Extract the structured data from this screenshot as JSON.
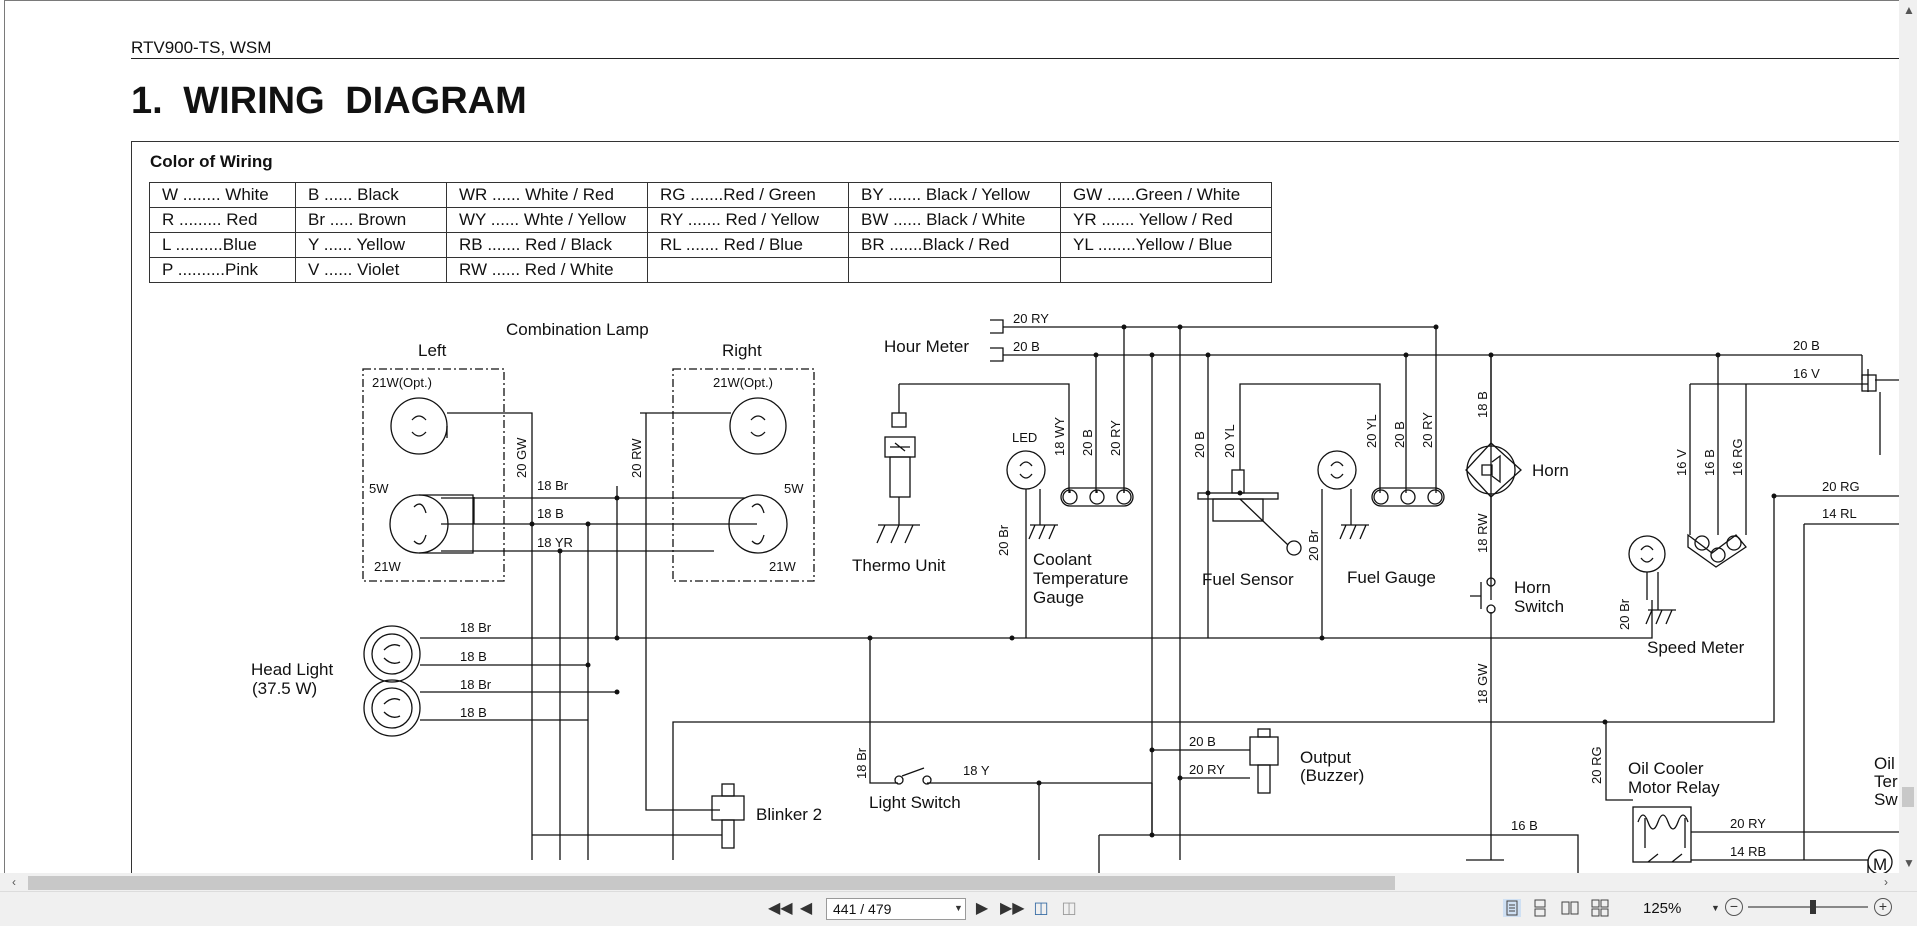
{
  "document": {
    "header": "RTV900-TS, WSM",
    "section_title": "1. WIRING DIAGRAM",
    "color_legend": {
      "title": "Color of Wiring",
      "rows": [
        [
          "W ........ White",
          "B ...... Black",
          "WR ...... White / Red",
          "RG .......Red / Green",
          "BY ....... Black / Yellow",
          "GW ......Green / White"
        ],
        [
          "R ......... Red",
          "Br ..... Brown",
          "WY ...... Whte / Yellow",
          "RY ....... Red / Yellow",
          "BW ...... Black / White",
          "YR ....... Yellow / Red"
        ],
        [
          "L ..........Blue",
          "Y ...... Yellow",
          "RB ....... Red / Black",
          "RL ....... Red / Blue",
          "BR .......Black / Red",
          "YL ........Yellow / Blue"
        ],
        [
          "P ..........Pink",
          "V ...... Violet",
          "RW ...... Red / White",
          "",
          "",
          ""
        ]
      ]
    },
    "components": {
      "combination_lamp": "Combination Lamp",
      "left": "Left",
      "right": "Right",
      "opt_left": "21W(Opt.)",
      "opt_right": "21W(Opt.)",
      "w5_left": "5W",
      "w5_right": "5W",
      "w21_left": "21W",
      "w21_right": "21W",
      "head_light": "Head Light",
      "head_light_watt": "(37.5 W)",
      "hour_meter": "Hour Meter",
      "led": "LED",
      "thermo_unit": "Thermo Unit",
      "coolant_1": "Coolant",
      "coolant_2": "Temperature",
      "coolant_3": "Gauge",
      "fuel_sensor": "Fuel Sensor",
      "fuel_gauge": "Fuel Gauge",
      "horn": "Horn",
      "horn_switch_1": "Horn",
      "horn_switch_2": "Switch",
      "speed_meter": "Speed Meter",
      "blinker_2": "Blinker 2",
      "light_switch": "Light Switch",
      "output_1": "Output",
      "output_2": "(Buzzer)",
      "oil_relay_1": "Oil Cooler",
      "oil_relay_2": "Motor Relay",
      "oil_partial_1": "Oil",
      "oil_partial_2": "Ter",
      "oil_partial_3": "Sw",
      "m_partial": "M"
    },
    "wire_labels": {
      "w20gw": "20 GW",
      "w20rw": "20 RW",
      "w18br_a": "18 Br",
      "w18b_a": "18 B",
      "w18yr": "18 YR",
      "w18br_h1": "18 Br",
      "w18b_h1": "18 B",
      "w18br_h2": "18 Br",
      "w18b_h2": "18 B",
      "w20ry_top": "20 RY",
      "w20b_top": "20 B",
      "w18wy": "18 WY",
      "w20b_c": "20 B",
      "w20ry_c": "20 RY",
      "w20br_led": "20 Br",
      "w20b_fs": "20 B",
      "w20yl_fs": "20 YL",
      "w20yl_fg": "20 YL",
      "w20b_fg": "20 B",
      "w20ry_fg": "20 RY",
      "w20br_fg": "20 Br",
      "w18b_horn": "18 B",
      "w18rw": "18 RW",
      "w18gw": "18 GW",
      "w20b_right": "20 B",
      "w16v_right": "16 V",
      "w16v_sm": "16 V",
      "w16b_sm": "16 B",
      "w16rg_sm": "16 RG",
      "w20rg_right": "20 RG",
      "w14rl": "14 RL",
      "w20br_sm": "20 Br",
      "w18br_ls": "18 Br",
      "w18y_ls": "18 Y",
      "w20b_out": "20 B",
      "w20ry_out": "20 RY",
      "w20rg_relay": "20 RG",
      "w16b_bottom": "16 B",
      "w20ry_relay": "20 RY",
      "w14rb": "14 RB"
    }
  },
  "viewer": {
    "page_display": "441 / 479",
    "zoom": "125%",
    "icons": [
      "first-page-icon",
      "previous-page-icon",
      "next-page-icon",
      "last-page-icon",
      "copy-page-icon",
      "paste-page-icon",
      "single-page-view-icon",
      "continuous-view-icon",
      "facing-view-icon",
      "continuous-facing-view-icon",
      "zoom-out-icon",
      "zoom-in-icon"
    ]
  }
}
